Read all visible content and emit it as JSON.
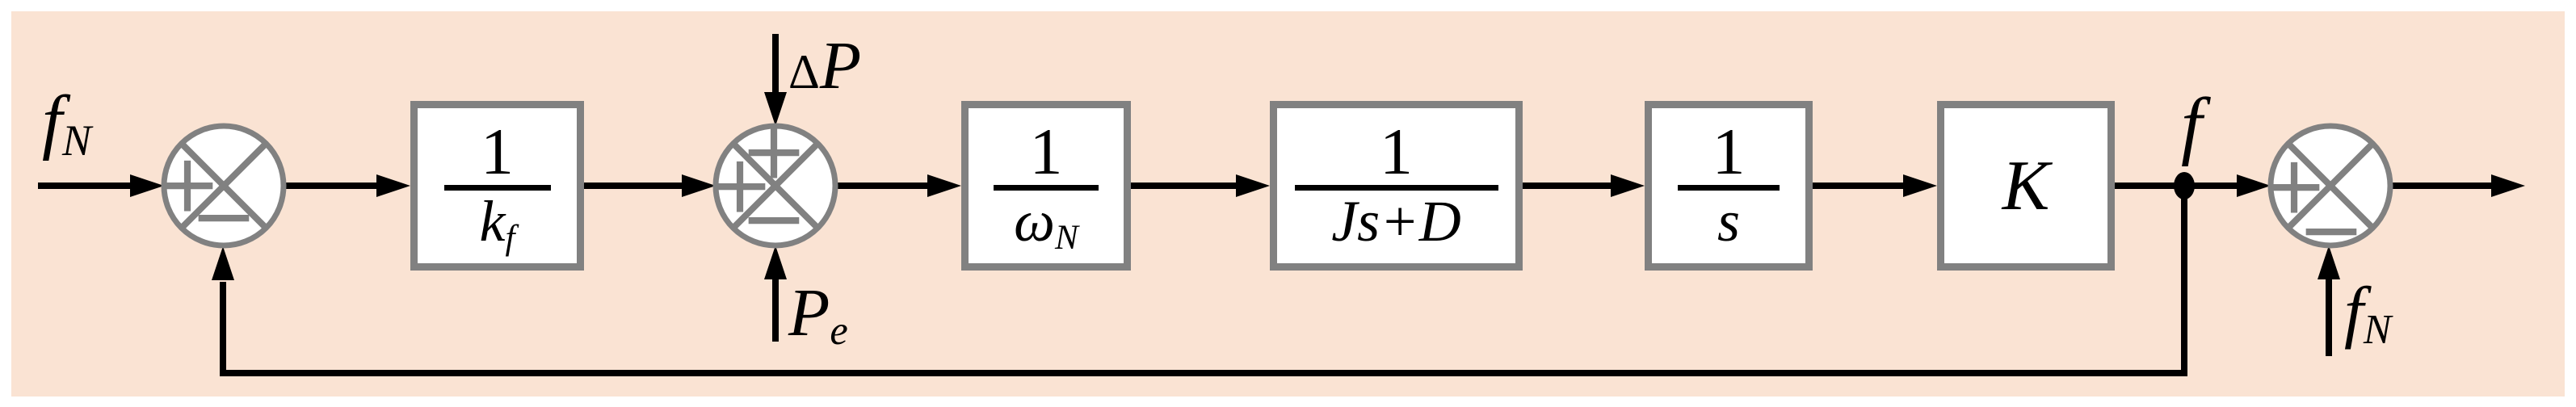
{
  "diagram": {
    "kind": "control-system-block-diagram",
    "colors": {
      "background": "#fae3d3",
      "margin": "#ffffff",
      "line": "#000000",
      "node_stroke": "#818181",
      "block_border": "#818181",
      "block_fill": "#ffffff",
      "sign": "#818181"
    },
    "labels": {
      "input": {
        "main": "f",
        "sub": "N"
      },
      "delta_p": {
        "prefix": "Δ",
        "main": "P"
      },
      "p_e": {
        "main": "P",
        "sub": "e"
      },
      "f_out": {
        "main": "f"
      },
      "f_n_ref": {
        "main": "f",
        "sub": "N"
      }
    },
    "blocks": [
      {
        "id": "one-over-kf",
        "num": "1",
        "den": {
          "main": "k",
          "sub": "f"
        }
      },
      {
        "id": "one-over-omega-n",
        "num": "1",
        "den": {
          "main": "ω",
          "sub": "N"
        }
      },
      {
        "id": "one-over-js-plus-d",
        "num": "1",
        "den": {
          "main": "Js+D"
        }
      },
      {
        "id": "one-over-s",
        "num": "1",
        "den": {
          "main": "s"
        }
      },
      {
        "id": "gain-k",
        "label": "K"
      }
    ],
    "summers": [
      {
        "id": "summer-1",
        "signs": {
          "left": "+",
          "bottom": "−"
        }
      },
      {
        "id": "summer-2",
        "signs": {
          "top": "+",
          "left": "+",
          "bottom": "−"
        }
      },
      {
        "id": "summer-3",
        "signs": {
          "left": "+",
          "bottom": "−"
        }
      }
    ]
  }
}
